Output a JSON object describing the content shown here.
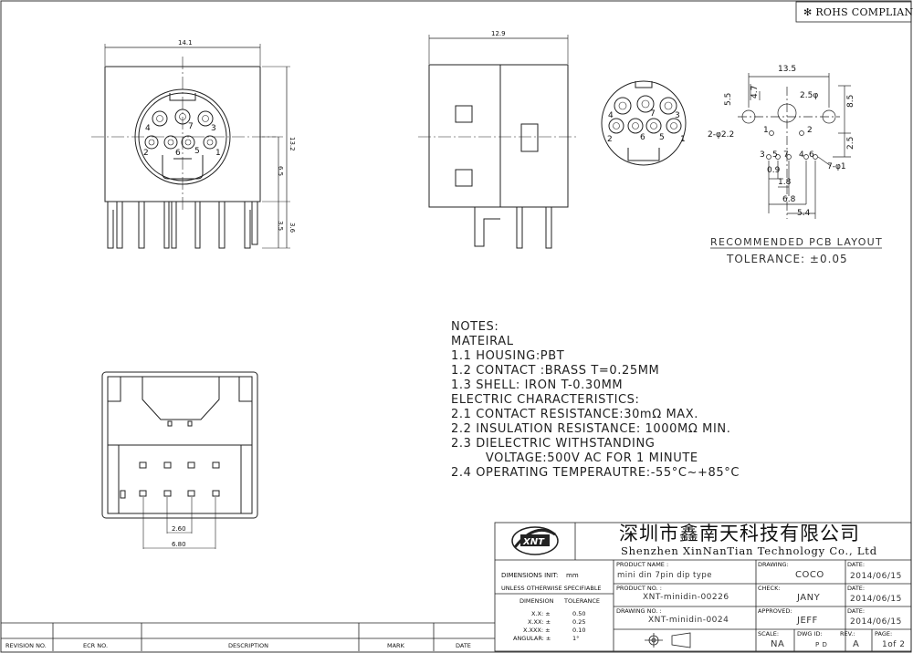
{
  "rohs": "✻ ROHS COMPLIANT",
  "front_view": {
    "dim_width": "14.1",
    "dim_height": "13.2",
    "dim_mid": "6.5",
    "dim_pin_a": "3.5",
    "dim_pin_b": "3.6",
    "pins": [
      "4",
      "7",
      "3",
      "2",
      "6",
      "5",
      "1"
    ]
  },
  "side_view": {
    "dim_width": "12.9"
  },
  "small_view": {
    "pins": [
      "4",
      "7",
      "3",
      "2",
      "6",
      "5",
      "1"
    ]
  },
  "pcb": {
    "dims": [
      "13.5",
      "5.5",
      "4.7",
      "2.5φ",
      "8.5",
      "2-φ2.2",
      "2.5",
      "0.9",
      "1.8",
      "6.8",
      "5.4",
      "7-φ1"
    ],
    "pin_labels": [
      "1",
      "2",
      "3",
      "5",
      "7",
      "4",
      "6"
    ],
    "title": "RECOMMENDED PCB LAYOUT",
    "tolerance": "TOLERANCE: ±0.05"
  },
  "bottom_view": {
    "dim_a": "2.60",
    "dim_b": "6.80"
  },
  "notes": [
    "NOTES:",
    "MATEIRAL",
    "1.1 HOUSING:PBT",
    "1.2 CONTACT :BRASS T=0.25MM",
    "1.3 SHELL: IRON T-0.30MM",
    "ELECTRIC CHARACTERISTICS:",
    "2.1 CONTACT RESISTANCE:30mΩ MAX.",
    "2.2 INSULATION RESISTANCE: 1000MΩ MIN.",
    "2.3 DIELECTRIC WITHSTANDING",
    "        VOLTAGE:500V AC FOR 1 MINUTE",
    "2.4 OPERATING TEMPERAUTRE:-55°C~+85°C"
  ],
  "title_block": {
    "logo_text": "XNT",
    "company_cn": "深圳市鑫南天科技有限公司",
    "company_en": "Shenzhen XinNanTian Technology Co., Ltd",
    "dimensions_unit_label": "DIMENSIONS INIT:",
    "dimensions_unit": "mm",
    "unless": "UNLESS OTHERWISE SPECIFIABLE",
    "dimension_hdr": "DIMENSION",
    "tolerance_hdr": "TOLERANCE",
    "tol_rows": [
      {
        "k": "X.X: ±",
        "v": "0.50"
      },
      {
        "k": "X.XX: ±",
        "v": "0.25"
      },
      {
        "k": "X.XXX: ±",
        "v": "0.10"
      },
      {
        "k": "ANGULAR: ±",
        "v": "1°"
      }
    ],
    "product_name_label": "PRODUCT NAME :",
    "product_name": "mini din 7pin dip type",
    "product_no_label": "PRODUCT NO. :",
    "product_no": "XNT-minidin-00226",
    "drawing_no_label": "DRAWING NO. :",
    "drawing_no": "XNT-minidin-0024",
    "drawing_label": "DRAWING:",
    "drawing": "COCO",
    "check_label": "CHECK:",
    "check": "JANY",
    "approved_label": "APPROVED:",
    "approved": "JEFF",
    "date_label": "DATE:",
    "date1": "2014/06/15",
    "date2": "2014/06/15",
    "date3": "2014/06/15",
    "scale_label": "SCALE:",
    "scale": "NA",
    "dwg_id_label": "DWG ID:",
    "dwg_id": "P D",
    "rev_label": "REV.:",
    "rev": "A",
    "page_label": "PAGE:",
    "page": "1of 2"
  },
  "revision_row": [
    "REVISION NO.",
    "ECR NO.",
    "DESCRIPTION",
    "MARK",
    "DATE"
  ]
}
